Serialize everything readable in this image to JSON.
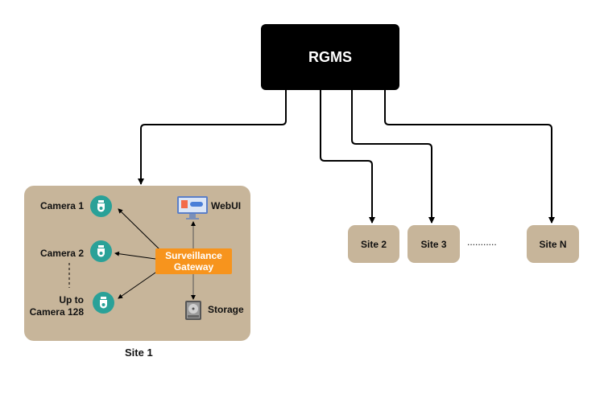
{
  "rgms": {
    "label": "RGMS"
  },
  "site1": {
    "label": "Site 1",
    "cameras": [
      "Camera 1",
      "Camera 2",
      "Up to",
      "Camera 128"
    ],
    "gateway": {
      "line1": "Surveillance",
      "line2": "Gateway"
    },
    "webui": "WebUI",
    "storage": "Storage"
  },
  "sites": {
    "site2": "Site 2",
    "site3": "Site 3",
    "siteN": "Site N",
    "ellipsis": "..........."
  },
  "colors": {
    "site_fill": "#c7b59a",
    "gateway": "#f7941d",
    "camera": "#2aa198",
    "rgms": "#000000"
  }
}
